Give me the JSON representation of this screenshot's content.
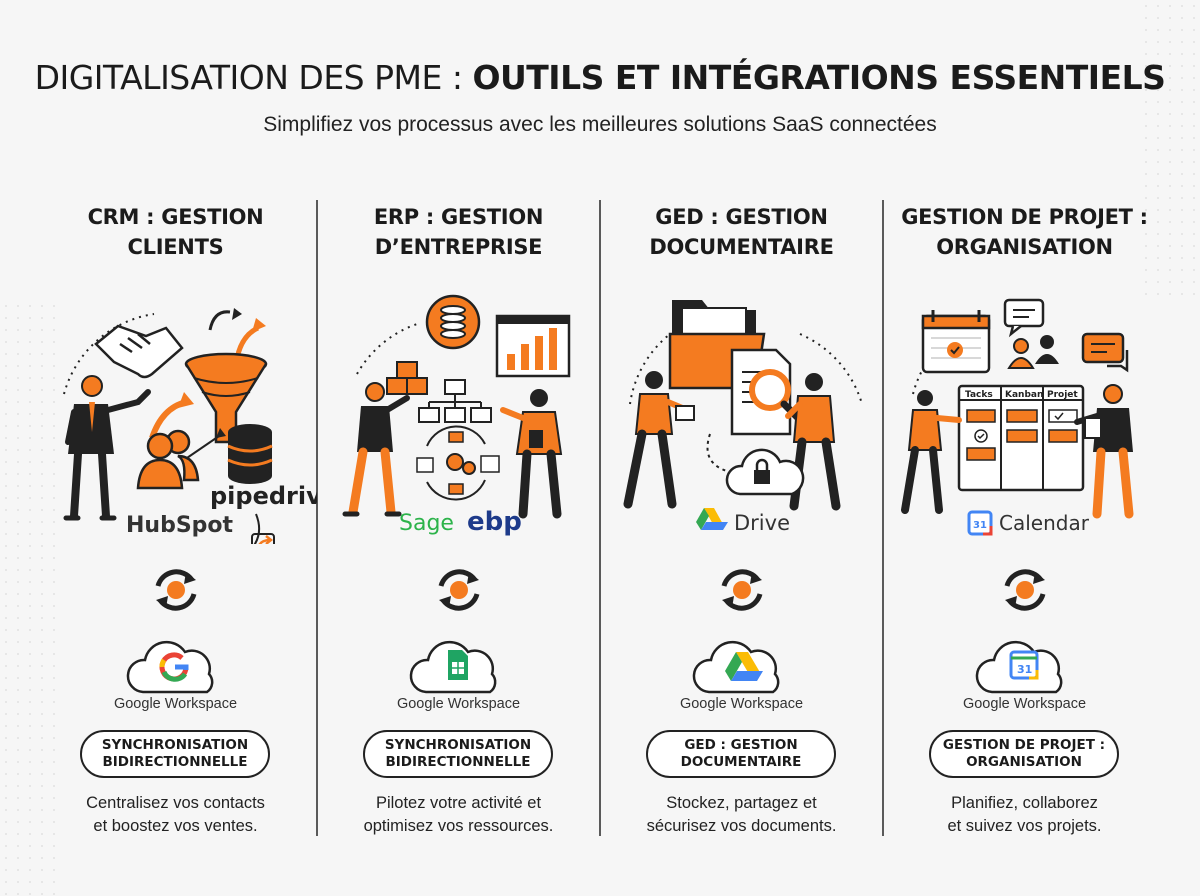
{
  "header": {
    "title_light": "DIGITALISATION DES PME : ",
    "title_bold": "OUTILS ET INTÉGRATIONS ESSENTIELS",
    "subtitle": "Simplifiez vos processus avec les meilleures solutions SaaS connectées"
  },
  "colors": {
    "accent": "#f47b20",
    "ink": "#1b1b1b",
    "background": "#f6f6f6"
  },
  "columns": [
    {
      "title": "CRM : GESTION\nCLIENTS",
      "brands": [
        "HubSpot",
        "pipedrive"
      ],
      "cloud_icon": "google-g-icon",
      "workspace_label": "Google Workspace",
      "pill": "SYNCHRONISATION\nBIDIRECTIONNELLE",
      "description": "Centralisez vos contacts\net boostez vos ventes."
    },
    {
      "title": "ERP : GESTION\nD’ENTREPRISE",
      "brands": [
        "Sage",
        "ebp"
      ],
      "cloud_icon": "google-sheets-icon",
      "workspace_label": "Google Workspace",
      "pill": "SYNCHRONISATION\nBIDIRECTIONNELLE",
      "description": "Pilotez votre activité et\noptimisez vos ressources."
    },
    {
      "title": "GED : GESTION\nDOCUMENTAIRE",
      "brands": [
        "Drive"
      ],
      "cloud_icon": "google-drive-icon",
      "workspace_label": "Google Workspace",
      "pill": "GED : GESTION\nDOCUMENTAIRE",
      "description": "Stockez, partagez et\nsécurisez vos documents."
    },
    {
      "title": "GESTION DE PROJET :\nORGANISATION",
      "brands": [
        "Calendar"
      ],
      "kanban": [
        "Tacks",
        "Kanban",
        "Projet"
      ],
      "calendar_day": "31",
      "cloud_icon": "google-calendar-icon",
      "workspace_label": "Google Workspace",
      "pill": "GESTION DE PROJET :\nORGANISATION",
      "description": "Planifiez, collaborez\net suivez vos projets."
    }
  ]
}
